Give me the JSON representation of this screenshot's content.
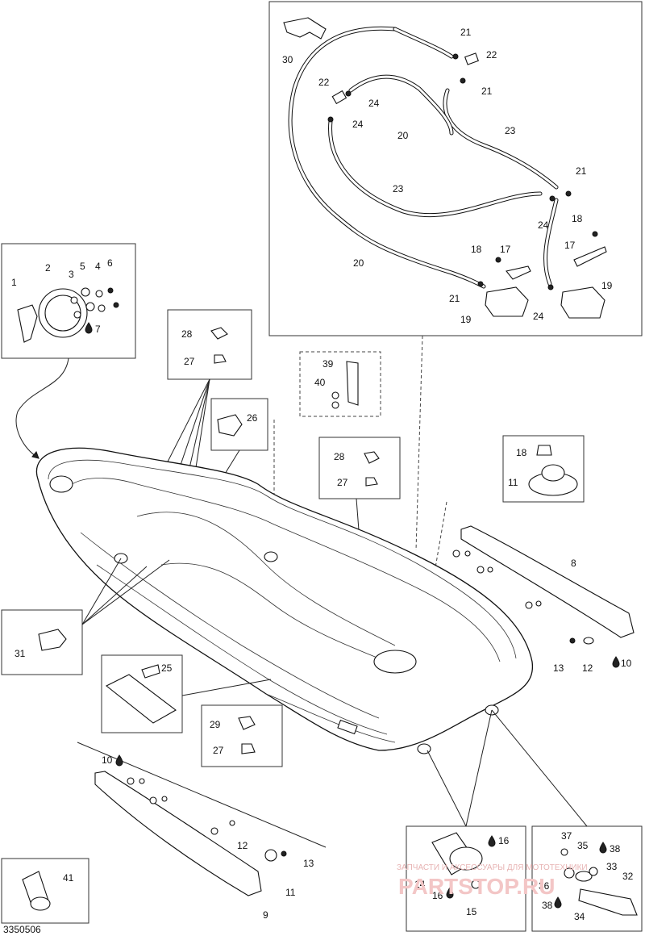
{
  "diagram": {
    "drawing_number": "3350506",
    "callouts": [
      "1",
      "2",
      "3",
      "4",
      "5",
      "6",
      "7",
      "8",
      "9",
      "10",
      "11",
      "12",
      "13",
      "14",
      "15",
      "16",
      "17",
      "18",
      "19",
      "20",
      "21",
      "22",
      "23",
      "24",
      "25",
      "26",
      "27",
      "28",
      "29",
      "30",
      "31",
      "32",
      "33",
      "34",
      "35",
      "36",
      "37",
      "38",
      "39",
      "40",
      "41"
    ],
    "callout_10_left": "10",
    "callout_10_right": "10",
    "callout_16a": "16",
    "callout_16b": "16",
    "callout_38a": "38",
    "callout_38b": "38"
  },
  "watermark": {
    "caption": "ЗАПЧАСТИ И АКСЕССУАРЫ ДЛЯ МОТОТЕХНИКИ",
    "logo_text": "PARTSTOP.RU"
  }
}
